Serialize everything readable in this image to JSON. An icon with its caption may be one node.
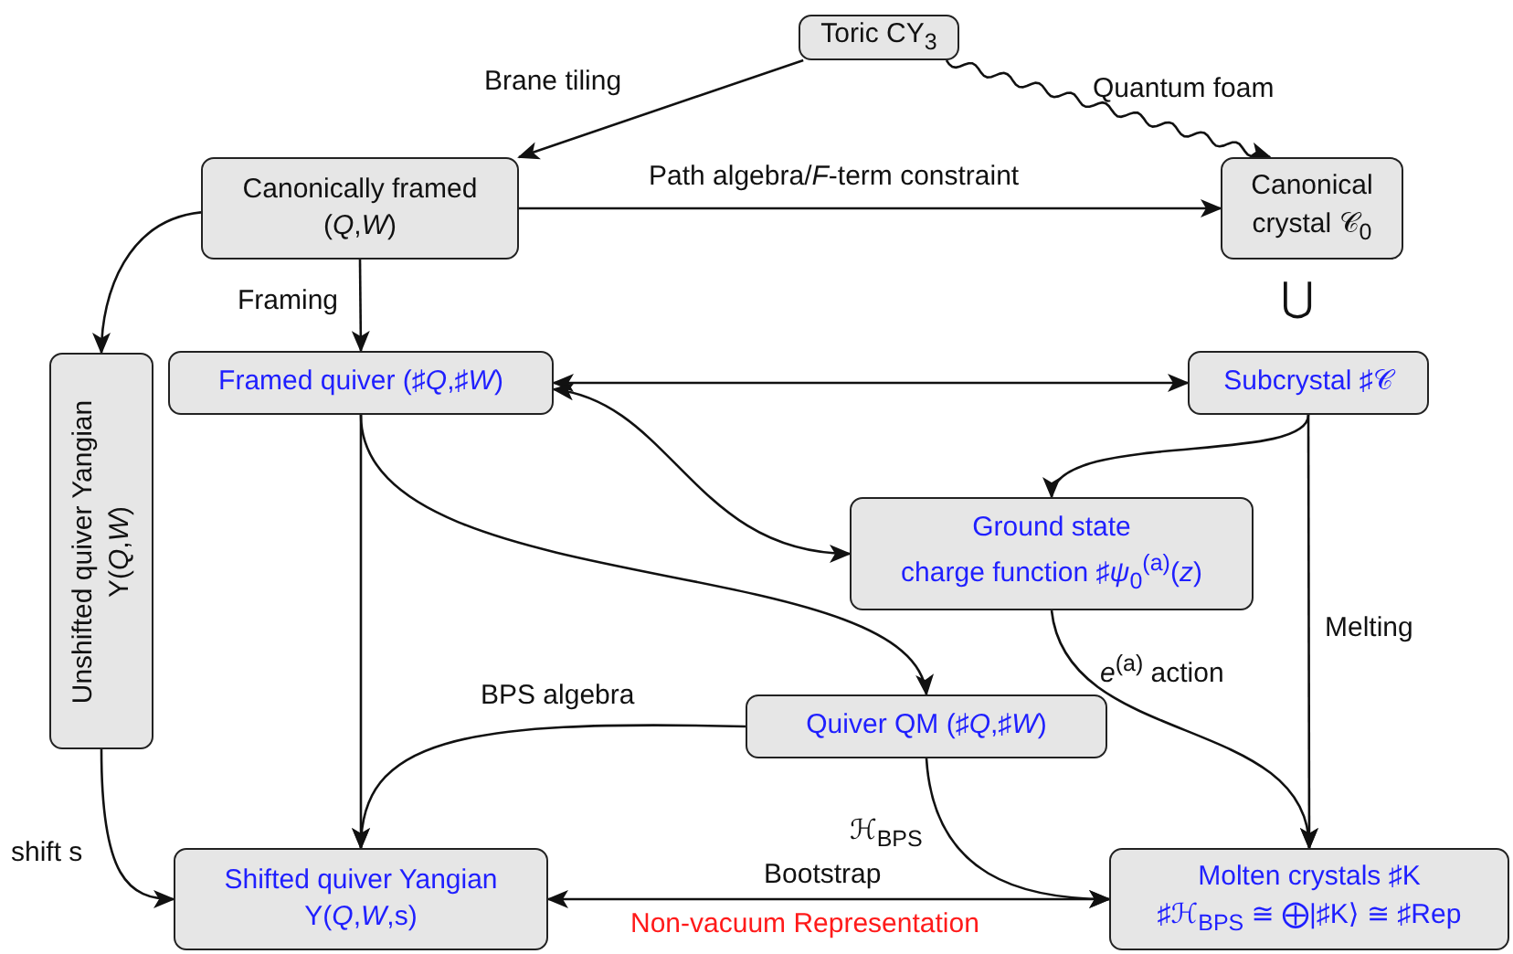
{
  "diagram": {
    "nodes": [
      {
        "text": [
          "Toric CY$_{3}$"
        ]
      },
      {
        "text": [
          "Canonically framed",
          "(*Q*,*W*)"
        ]
      },
      {
        "text": [
          "Canonical crystal 𝒞$_{0}$"
        ]
      },
      {
        "text": [
          "Unshifted quiver Yangian",
          "Y(*Q*,*W*)"
        ]
      },
      {
        "text": [
          "Framed quiver (♯*Q*,♯*W*)"
        ]
      },
      {
        "text": [
          "Subcrystal ♯𝒞"
        ]
      },
      {
        "text": [
          "Ground state",
          "charge function ♯*ψ*$_{0}$$^{(a)}$(*z*)"
        ]
      },
      {
        "text": [
          "Quiver QM (♯*Q*,♯*W*)"
        ]
      },
      {
        "text": [
          "Shifted quiver Yangian",
          "Y(*Q*,*W*,s)"
        ]
      },
      {
        "text": [
          "Molten crystals ♯K",
          "♯ℋ$_{BPS}$ ≅ ⨁|♯K⟩ ≅ ♯Rep"
        ]
      }
    ],
    "edges": [
      {
        "from": 0,
        "to": 1,
        "arrow": "to",
        "label": "Brane tiling"
      },
      {
        "from": 0,
        "to": 2,
        "arrow": "to",
        "label": "Quantum foam"
      },
      {
        "from": 1,
        "to": 2,
        "arrow": "to",
        "label": "Path algebra/*F*-term constraint"
      },
      {
        "from": 1,
        "to": 3,
        "arrow": "to"
      },
      {
        "from": 1,
        "to": 4,
        "arrow": "to",
        "label": "Framing"
      },
      {
        "from": 4,
        "to": 5,
        "arrow": "both"
      },
      {
        "from": 4,
        "to": 6,
        "arrow": "both"
      },
      {
        "from": 5,
        "to": 6,
        "arrow": "to"
      },
      {
        "from": 4,
        "to": 7,
        "arrow": "to"
      },
      {
        "from": 4,
        "to": 8,
        "arrow": "to"
      },
      {
        "from": 5,
        "to": 9,
        "arrow": "to",
        "label": "Melting"
      },
      {
        "from": 6,
        "to": 9,
        "arrow": "to",
        "label": "*e*$^{(a)}$ action"
      },
      {
        "from": 7,
        "to": 8,
        "arrow": "to",
        "label": "BPS algebra"
      },
      {
        "from": 7,
        "to": 9,
        "arrow": "to",
        "label": "ℋ$_{BPS}$"
      },
      {
        "from": 3,
        "to": 8,
        "arrow": "to",
        "label": "shift s"
      },
      {
        "from": 8,
        "to": 9,
        "arrow": "both",
        "label": "Bootstrap"
      }
    ],
    "labels": [
      "⋃",
      "Non-vacuum Representation"
    ]
  }
}
